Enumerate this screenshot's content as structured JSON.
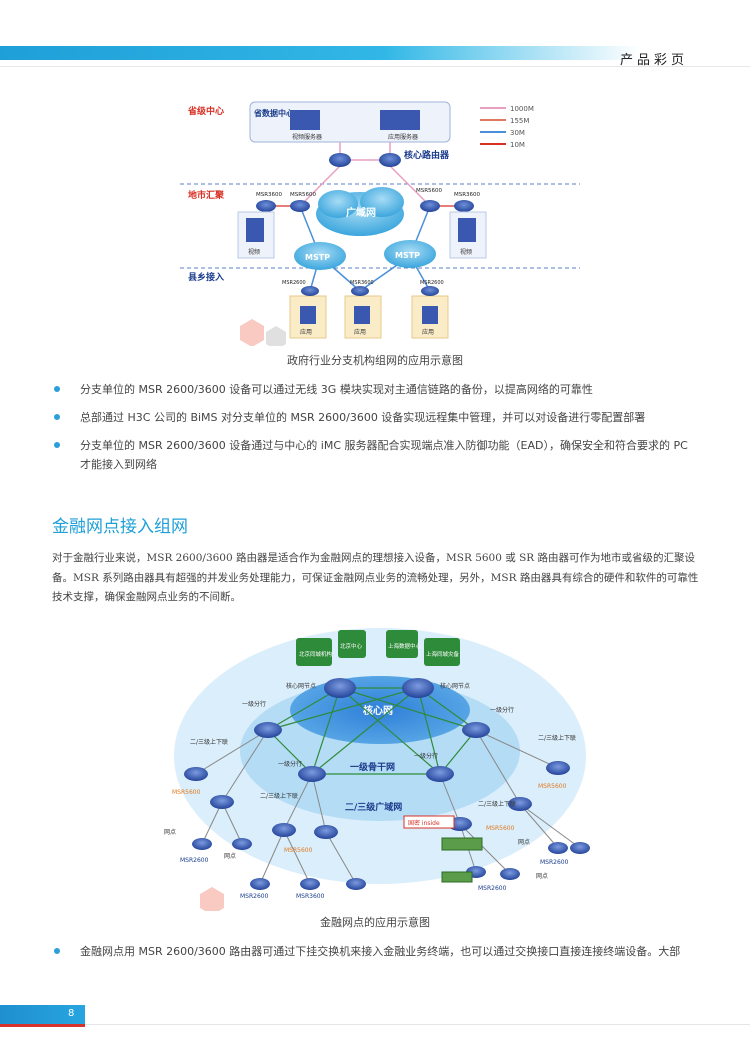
{
  "header": {
    "title": "产品彩页"
  },
  "figure1": {
    "levels": {
      "province": "省级中心",
      "city": "地市汇聚",
      "county": "县乡接入"
    },
    "datacenter": "省数据中心",
    "video_server": "视频服务器",
    "app_server": "应用服务器",
    "core_router": "核心路由器",
    "wan": "广域网",
    "mstp": "MSTP",
    "msr3600": "MSR3600",
    "msr5600": "MSR5600",
    "msr2600": "MSR2600",
    "video": "视频",
    "app": "应用",
    "legend": [
      "1000M",
      "155M",
      "30M",
      "10M"
    ],
    "legend_colors": [
      "#e8a0c0",
      "#e07a5f",
      "#4a90d9",
      "#d93025"
    ],
    "caption": "政府行业分支机构组网的应用示意图"
  },
  "bullets1": [
    "分支单位的 MSR 2600/3600 设备可以通过无线 3G 模块实现对主通信链路的备份，以提高网络的可靠性",
    "总部通过 H3C 公司的 BiMS 对分支单位的 MSR 2600/3600 设备实现远程集中管理，并可以对设备进行零配置部署",
    "分支单位的 MSR 2600/3600 设备通过与中心的 iMC 服务器配合实现端点准入防御功能（EAD），确保安全和符合要求的 PC 才能接入到网络"
  ],
  "section": {
    "title": "金融网点接入组网",
    "paragraph": "对于金融行业来说，MSR 2600/3600 路由器是适合作为金融网点的理想接入设备，MSR 5600 或 SR 路由器可作为地市或省级的汇聚设备。MSR 系列路由器具有超强的并发业务处理能力，可保证金融网点业务的流畅处理，另外，MSR 路由器具有综合的硬件和软件的可靠性技术支撑，确保金融网点业务的不间断。"
  },
  "figure2": {
    "top_boxes": [
      "北京同城机构",
      "北京中心",
      "上海数据中心",
      "上海同城灾备"
    ],
    "core_net": "核心网",
    "core_node": "核心网节点",
    "backbone": "一级骨干网",
    "wan23": "二/三级广域网",
    "level1_branch": "一级分行",
    "level23": "二/三级上下联",
    "branch_point": "网点",
    "msr5600": "MSR5600",
    "msr2600": "MSR2600",
    "msr3600": "MSR3600",
    "secret": "国密 inside",
    "caption": "金融网点的应用示意图"
  },
  "bullets2": [
    "金融网点用 MSR 2600/3600 路由器可通过下挂交换机来接入金融业务终端，也可以通过交换接口直接连接终端设备。大部"
  ],
  "footer": {
    "page": "8"
  }
}
